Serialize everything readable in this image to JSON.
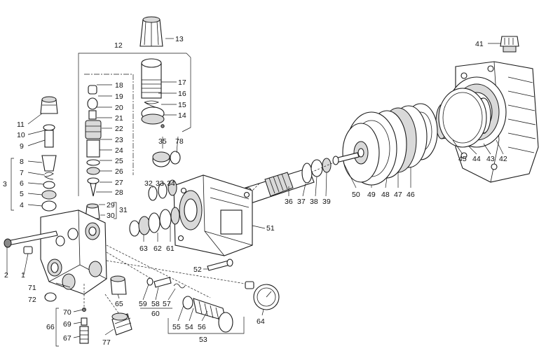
{
  "diagram": {
    "callouts": [
      "1",
      "2",
      "3",
      "4",
      "5",
      "6",
      "7",
      "8",
      "9",
      "10",
      "11",
      "12",
      "13",
      "14",
      "15",
      "16",
      "17",
      "18",
      "19",
      "20",
      "21",
      "22",
      "23",
      "24",
      "25",
      "26",
      "27",
      "28",
      "29",
      "30",
      "31",
      "32",
      "33",
      "34",
      "35",
      "36",
      "37",
      "38",
      "39",
      "41",
      "42",
      "43",
      "44",
      "45",
      "46",
      "47",
      "48",
      "49",
      "50",
      "51",
      "52",
      "53",
      "54",
      "55",
      "56",
      "57",
      "58",
      "59",
      "60",
      "61",
      "62",
      "63",
      "64",
      "65",
      "66",
      "67",
      "69",
      "70",
      "71",
      "72",
      "77",
      "78"
    ]
  }
}
